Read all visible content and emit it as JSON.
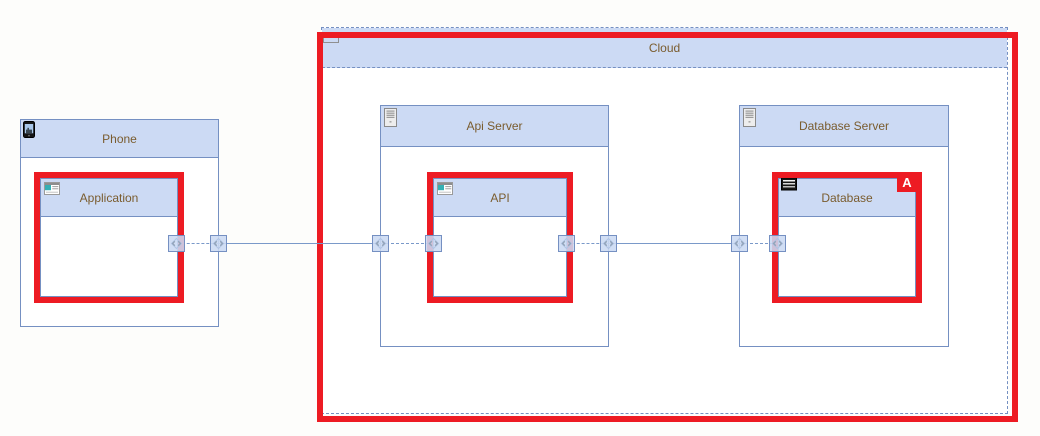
{
  "diagram_type": "uml-deployment-diagram",
  "nodes": {
    "cloud": {
      "label": "Cloud",
      "selected": true
    },
    "phone": {
      "label": "Phone",
      "selected": false
    },
    "application": {
      "label": "Application",
      "selected": true,
      "parent": "phone"
    },
    "api_server": {
      "label": "Api Server",
      "selected": false,
      "parent": "cloud"
    },
    "api": {
      "label": "API",
      "selected": true,
      "parent": "api_server"
    },
    "database_server": {
      "label": "Database Server",
      "selected": false,
      "parent": "cloud"
    },
    "database": {
      "label": "Database",
      "selected": true,
      "parent": "database_server",
      "badge": "A"
    }
  },
  "edges": [
    {
      "from": "application",
      "to": "api"
    },
    {
      "from": "api",
      "to": "database"
    }
  ],
  "colors": {
    "selection_highlight": "#ed1b23",
    "node_header_fill": "#ccdaf4",
    "node_border": "#7590c2",
    "label_text": "#7a5c2e",
    "edge_line": "#7a99c9",
    "badge_bg": "#ed1b23",
    "badge_text": "#ffffff"
  }
}
